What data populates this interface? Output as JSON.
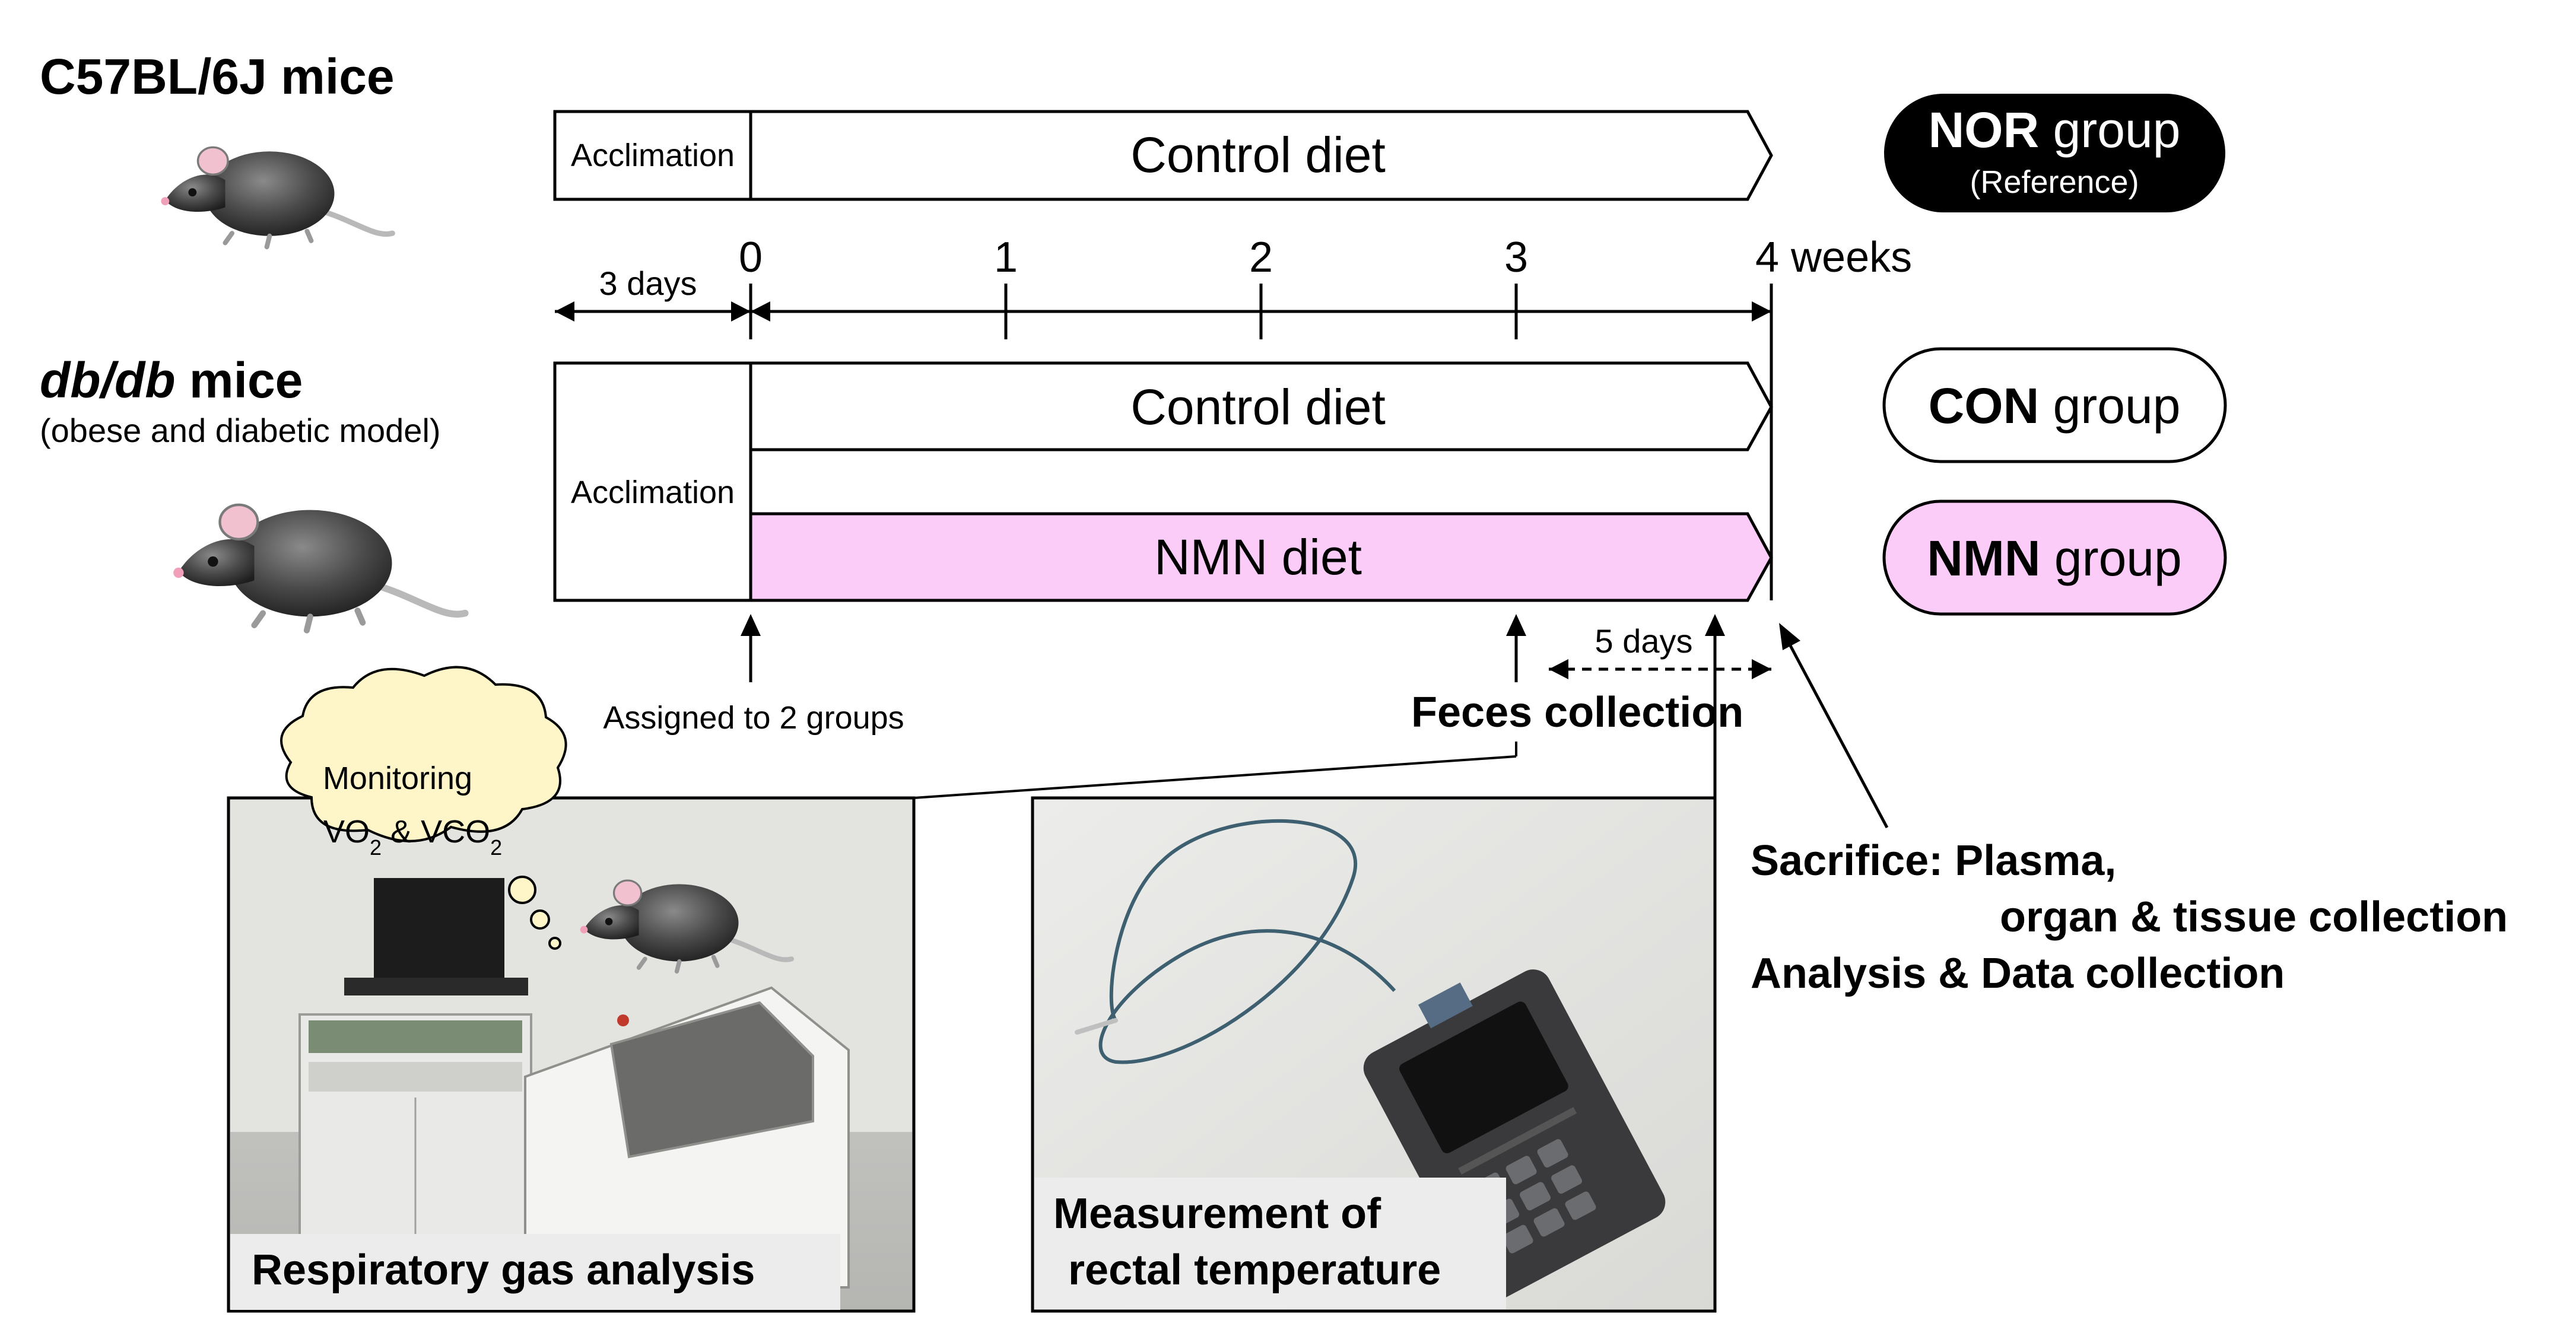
{
  "strains": {
    "c57": {
      "title": "C57BL/6J mice"
    },
    "db": {
      "title_italic": "db/db",
      "title_rest": " mice",
      "subtitle": "(obese and diabetic model)"
    }
  },
  "bars": {
    "acclimation_top": "Acclimation",
    "acclimation_bottom": "Acclimation",
    "control_top": "Control diet",
    "control_bottom": "Control diet",
    "nmn": "NMN diet"
  },
  "timeline": {
    "ticks": [
      "0",
      "1",
      "2",
      "3",
      "4 weeks"
    ],
    "acclimation_span": "3 days",
    "sampling_span": "5 days"
  },
  "groups": {
    "nor": {
      "bold": "NOR",
      "rest": " group",
      "note": "(Reference)"
    },
    "con": {
      "bold": "CON",
      "rest": " group"
    },
    "nmn": {
      "bold": "NMN",
      "rest": " group"
    }
  },
  "events": {
    "assigned": "Assigned to 2 groups",
    "feces": "Feces collection",
    "sacrifice": [
      "Sacrifice: Plasma,",
      "organ & tissue collection",
      "Analysis & Data collection"
    ]
  },
  "photos": {
    "gas": {
      "caption": "Respiratory gas analysis",
      "bubble_line1": "Monitoring"
    },
    "temp": {
      "caption_line1": "Measurement of",
      "caption_line2": "rectal temperature"
    }
  },
  "colors": {
    "nmn_fill": "#FCCCF9",
    "nor_fill": "#000000",
    "line": "#000000"
  }
}
